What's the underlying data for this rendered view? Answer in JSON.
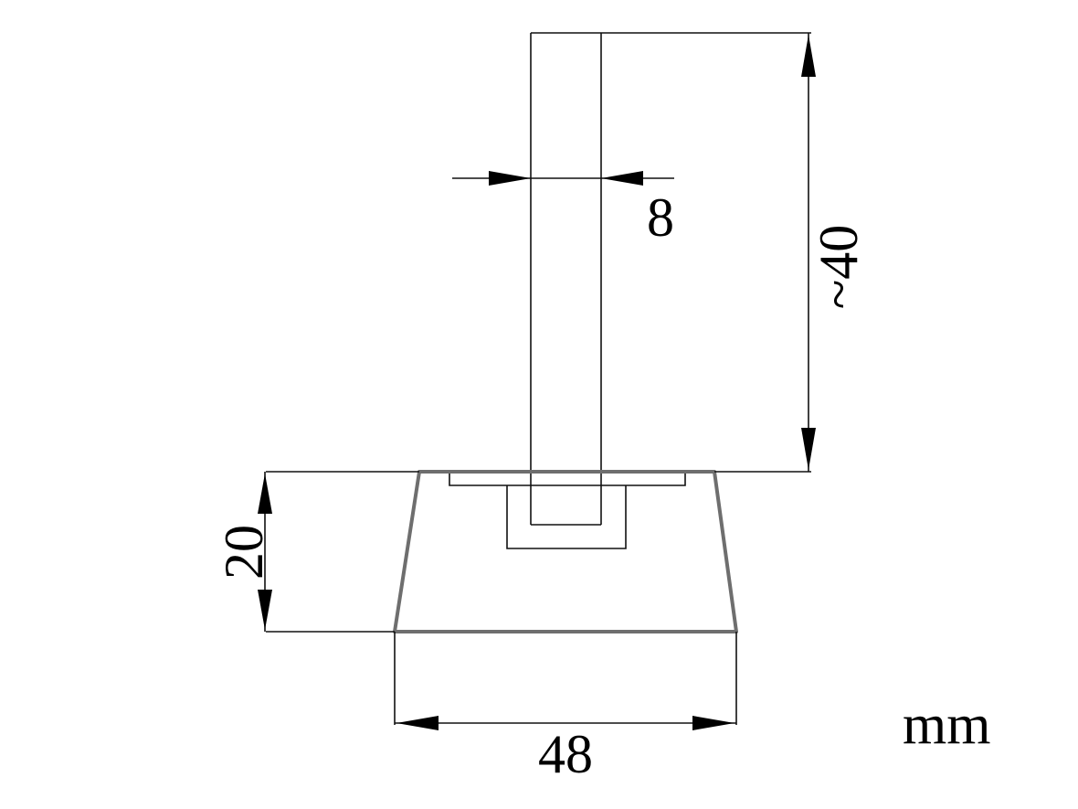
{
  "diagram": {
    "dimensions": {
      "stem_width": "8",
      "stem_height": "~40",
      "base_height": "20",
      "base_width": "48"
    },
    "unit": "mm",
    "colors": {
      "line": "#111111",
      "base_outline": "#6e6e6e",
      "background": "#ffffff"
    }
  }
}
